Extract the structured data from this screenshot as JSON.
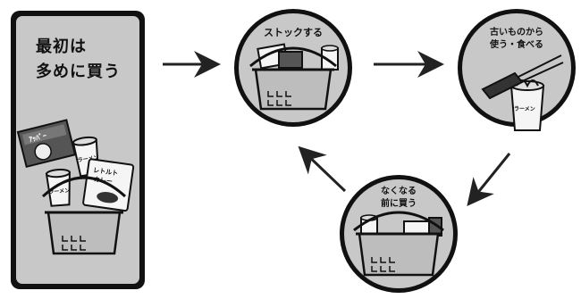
{
  "start_panel": {
    "line1": "最初は",
    "line2": "多めに買う",
    "items": {
      "box_label": "ｱｯﾊﾟｰ",
      "cup1_label": "ラーメン",
      "cup2_label": "ラーメン",
      "pouch_line1": "レトルト",
      "pouch_line2": "カレー"
    }
  },
  "steps": [
    {
      "id": "stock",
      "label": "ストックする",
      "label2": ""
    },
    {
      "id": "use_old",
      "label": "古いものから",
      "label2": "使う・食べる",
      "cup_label": "ラーメン"
    },
    {
      "id": "buy_before",
      "label": "なくなる",
      "label2": "前に買う"
    }
  ],
  "colors": {
    "panel_bg": "#c8c8c8",
    "circle_bg": "#c8c8c8",
    "ink": "#111111",
    "basket_fill": "#bdbdbd",
    "arrow": "#222222"
  }
}
